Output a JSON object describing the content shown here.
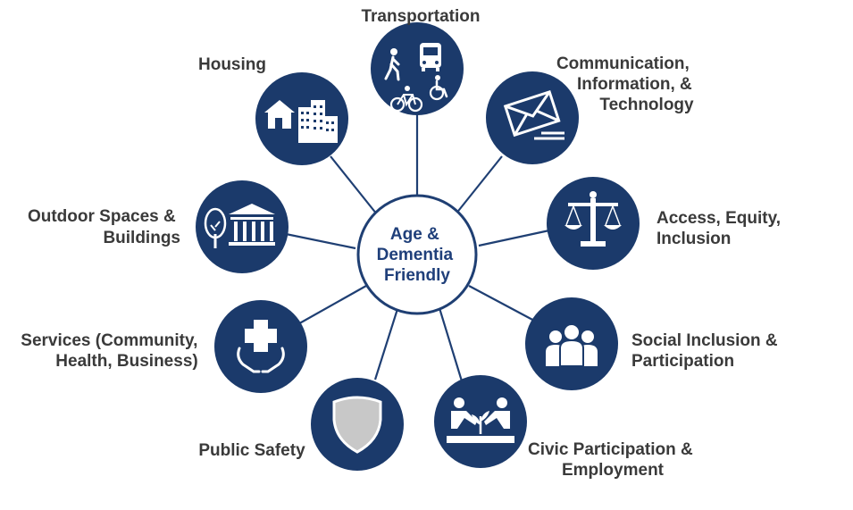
{
  "center": {
    "lines": [
      "Age &",
      "Dementia",
      "Friendly"
    ]
  },
  "colors": {
    "node_fill": "#1b3a6b",
    "center_text": "#1f3f7a",
    "label_text": "#3a3a3a",
    "icon_white": "#ffffff",
    "shield_fill": "#c8c8c8"
  },
  "domains": [
    {
      "id": "transportation",
      "icon": "transportation-icon",
      "lines": [
        "Transportation"
      ]
    },
    {
      "id": "communication",
      "icon": "envelope-icon",
      "lines": [
        "Communication,",
        "Information, &",
        "Technology"
      ]
    },
    {
      "id": "access",
      "icon": "scales-icon",
      "lines": [
        "Access, Equity,",
        "Inclusion"
      ]
    },
    {
      "id": "social",
      "icon": "people-group-icon",
      "lines": [
        "Social Inclusion &",
        "Participation"
      ]
    },
    {
      "id": "civic",
      "icon": "planting-hands-icon",
      "lines": [
        "Civic Participation &",
        "Employment"
      ]
    },
    {
      "id": "safety",
      "icon": "shield-icon",
      "lines": [
        "Public Safety"
      ]
    },
    {
      "id": "services",
      "icon": "medical-cross-hands-icon",
      "lines": [
        "Services (Community,",
        "Health, Business)"
      ]
    },
    {
      "id": "outdoor",
      "icon": "tree-building-icon",
      "lines": [
        "Outdoor Spaces &",
        "Buildings"
      ]
    },
    {
      "id": "housing",
      "icon": "house-buildings-icon",
      "lines": [
        "Housing"
      ]
    }
  ]
}
